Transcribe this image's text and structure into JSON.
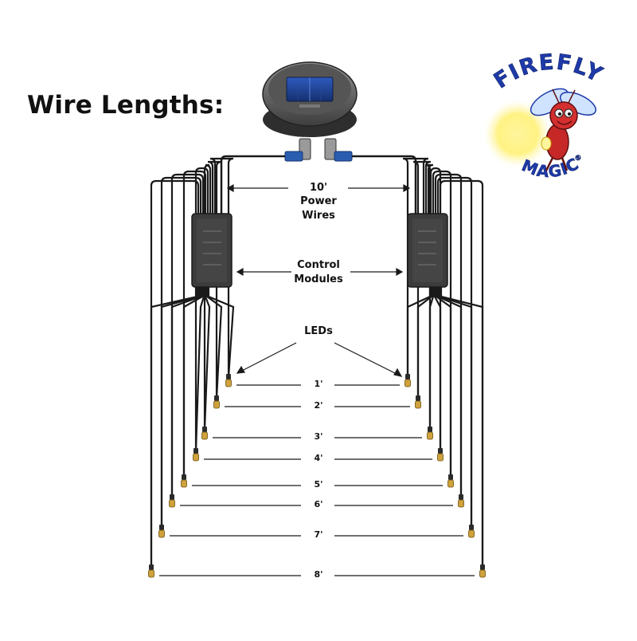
{
  "title": "Wire Lengths:",
  "labels": {
    "power_length": "10'",
    "power_line1": "Power",
    "power_line2": "Wires",
    "control_line1": "Control",
    "control_line2": "Modules",
    "leds": "LEDs"
  },
  "wire_lengths": [
    "1'",
    "2'",
    "3'",
    "4'",
    "5'",
    "6'",
    "7'",
    "8'"
  ],
  "logo": {
    "word1": "FIREFLY",
    "word2": "MAGIC",
    "mark": "®"
  },
  "colors": {
    "wire": "#1a1a1a",
    "module": "#3c3c3c",
    "solar": "#1f3f8f",
    "logo_blue": "#1e3aa8",
    "glow": "#fff176"
  }
}
